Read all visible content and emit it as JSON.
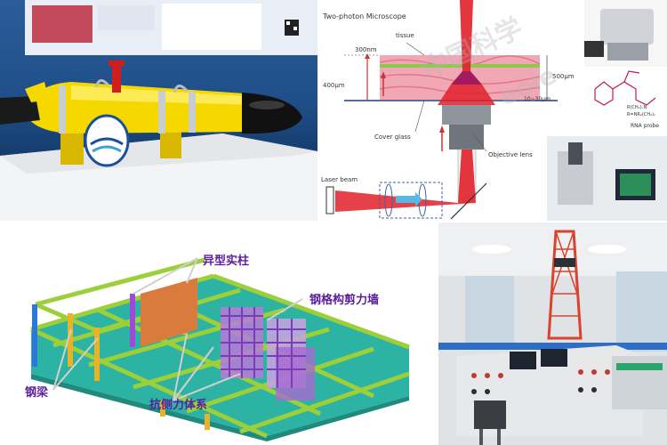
{
  "microscope": {
    "title": "Two-photon Microscope",
    "tissue": "tissue",
    "dim_300": "300nm",
    "dim_400": "400μm",
    "dim_500": "500μm",
    "dim_small": "10~30μm",
    "cover_glass": "Cover glass",
    "objective_lens": "Objective lens",
    "laser_beam": "Laser beam",
    "rna_probe": "RNA probe",
    "chem_a": "R(CH₂)ₙN",
    "chem_b": "R=NR₂(CH₂)ₙ"
  },
  "structure": {
    "label_special_column": "异型实柱",
    "label_steel_shear_wall": "钢格构剪力墙",
    "label_steel_beam": "钢梁",
    "label_lateral_system": "抗侧力体系"
  },
  "watermark": {
    "text_cn": "中国科学",
    "text_en": "eole"
  },
  "colors": {
    "auv_yellow": "#f5d800",
    "laser_red": "#e0202a",
    "tissue_pink": "#f2a8b4",
    "beam_green": "#8cc84a",
    "label_purple": "#5a1f9a"
  }
}
